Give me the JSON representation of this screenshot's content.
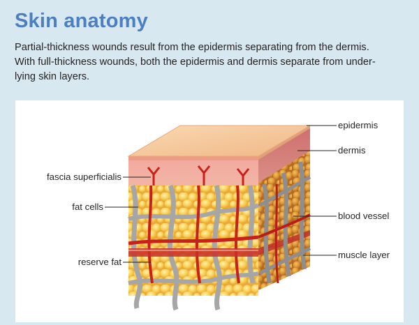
{
  "title": "Skin anatomy",
  "description": {
    "line1": "Partial-thickness wounds result from the epidermis separating from the dermis.",
    "line2": "With full-thickness wounds, both the epidermis and dermis separate from under-",
    "line3": "lying skin layers."
  },
  "labels": {
    "left": {
      "fascia": "fascia superficialis",
      "fat_cells": "fat cells",
      "reserve_fat": "reserve fat"
    },
    "right": {
      "epidermis": "epidermis",
      "dermis": "dermis",
      "blood_vessel": "blood vessel",
      "muscle_layer": "muscle layer"
    }
  },
  "colors": {
    "title": "#4c7fbf",
    "background": "#d8e8f0",
    "epidermis": "#f6c79a",
    "dermis": "#f0a79a",
    "fat": "#f8c84a",
    "vessel": "#c8201a",
    "fascia": "#a6a6a6",
    "muscle": "#d8785c"
  }
}
